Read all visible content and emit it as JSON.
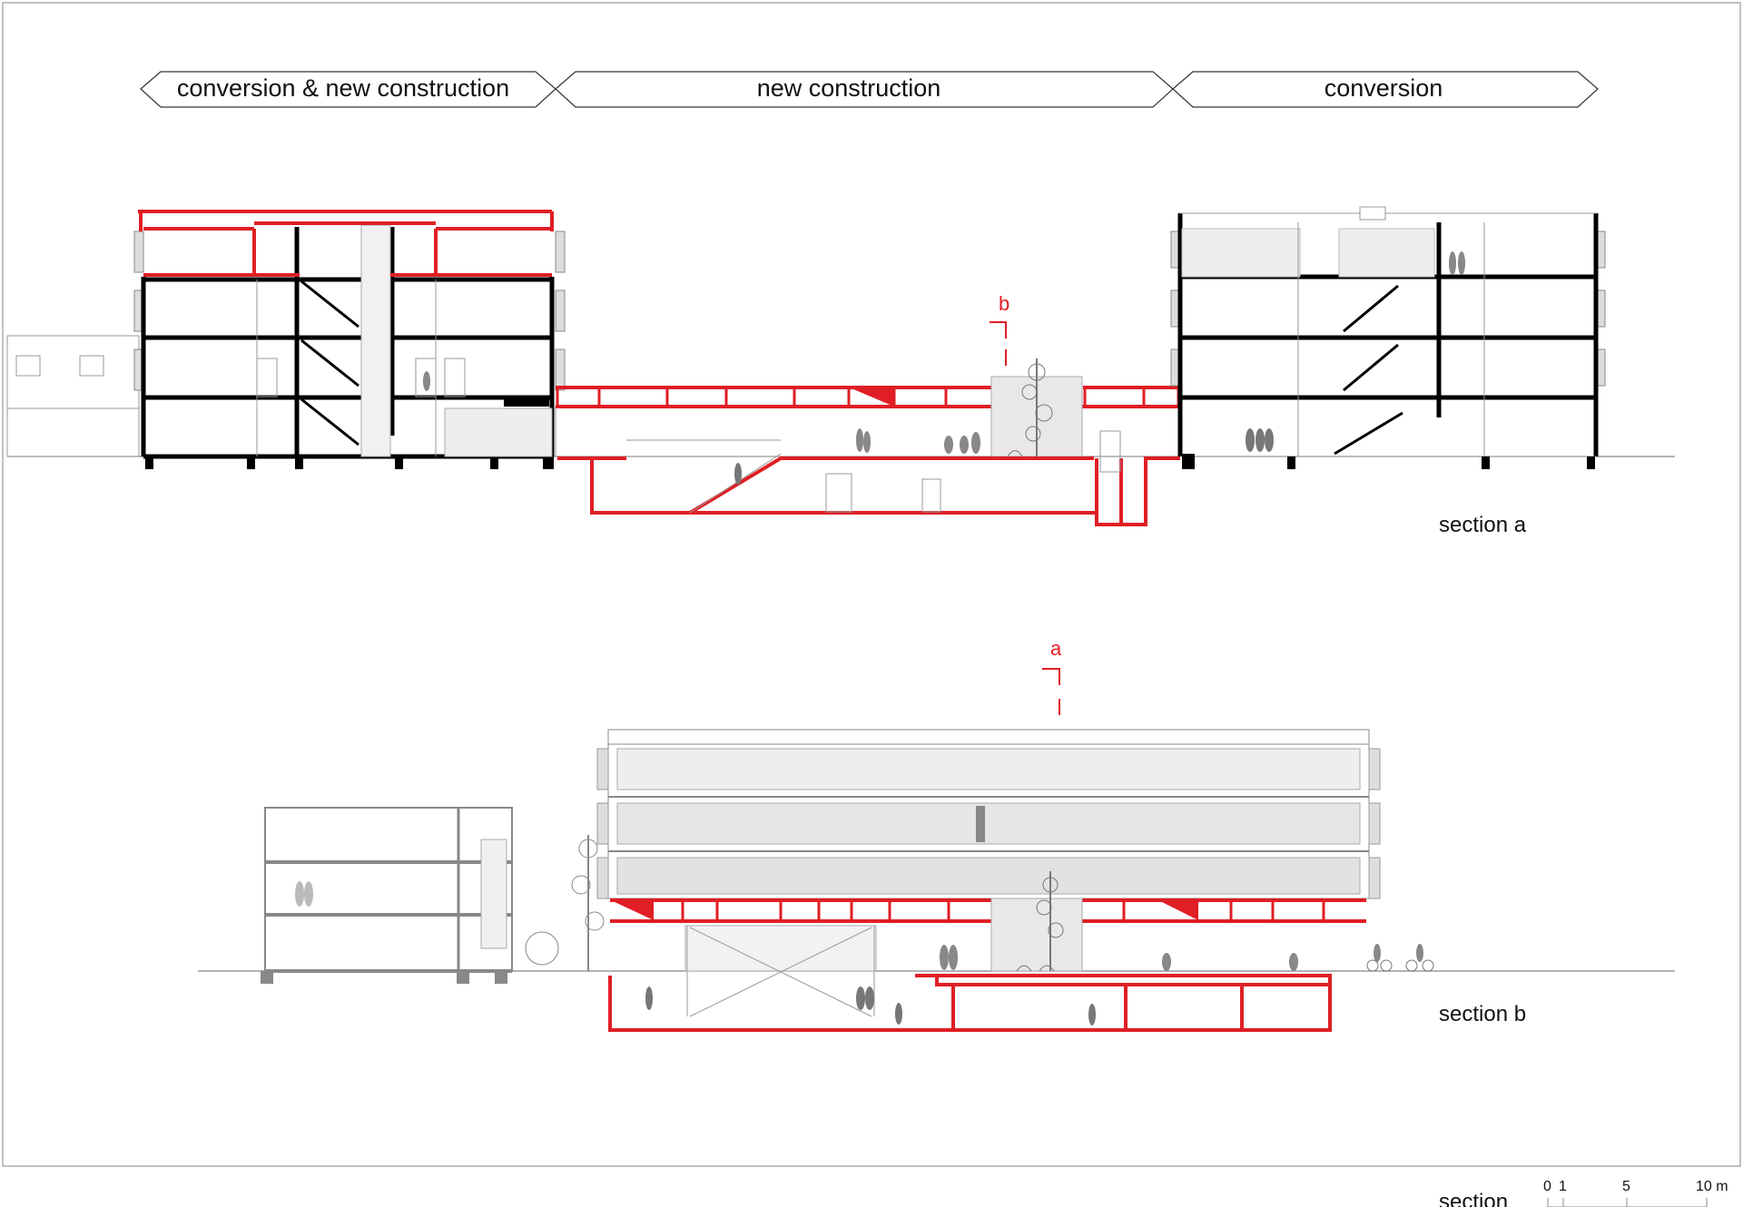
{
  "phase_banners": [
    {
      "label": "conversion & new construction"
    },
    {
      "label": "new construction"
    },
    {
      "label": "conversion"
    }
  ],
  "section_a": {
    "title": "section a",
    "cut_marker": "b"
  },
  "section_b": {
    "title": "section b",
    "cut_marker": "a"
  },
  "scale_bar": {
    "title": "section",
    "ticks": [
      "0",
      "1",
      "5",
      "10 m"
    ]
  },
  "colors": {
    "new_construction": "#e01e25",
    "existing": "#000000",
    "context": "#999999"
  }
}
